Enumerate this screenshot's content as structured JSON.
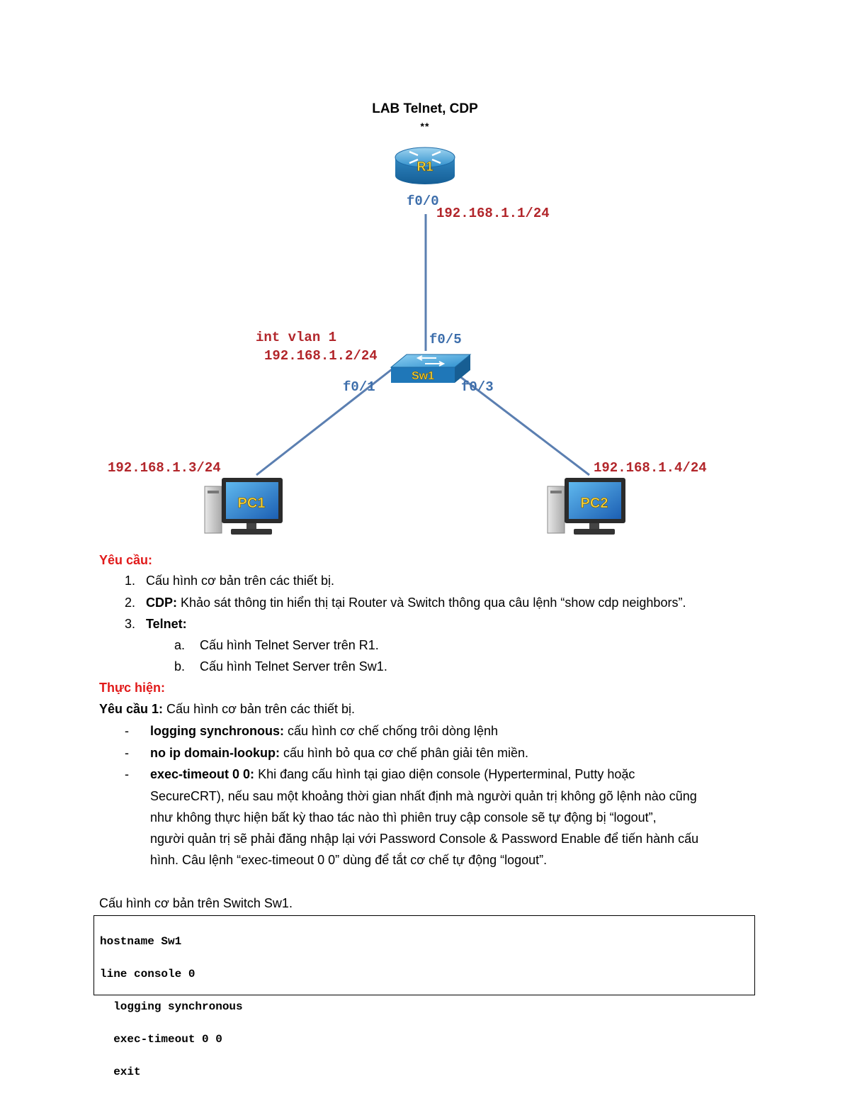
{
  "diagram": {
    "title": "LAB Telnet, CDP",
    "subtitle": "**",
    "router": {
      "name": "R1",
      "port": "f0/0",
      "ip": "192.168.1.1/24"
    },
    "switch": {
      "name": "Sw1",
      "vlan_label": "int vlan 1",
      "vlan_ip": "192.168.1.2/24",
      "port_up": "f0/5",
      "port_left": "f0/1",
      "port_right": "f0/3"
    },
    "pc1": {
      "name": "PC1",
      "ip": "192.168.1.3/24"
    },
    "pc2": {
      "name": "PC2",
      "ip": "192.168.1.4/24"
    }
  },
  "requirements": {
    "heading": "Yêu cầu:",
    "items": [
      {
        "num": "1.",
        "bold": "",
        "text": "Cấu hình cơ bản trên các thiết bị."
      },
      {
        "num": "2.",
        "bold": "CDP:",
        "text": " Khảo sát thông tin hiển thị tại Router và Switch thông qua câu lệnh “show cdp neighbors”."
      },
      {
        "num": "3.",
        "bold": "Telnet:",
        "text": ""
      }
    ],
    "subitems": [
      {
        "num": "a.",
        "text": "Cấu hình Telnet Server trên R1."
      },
      {
        "num": "b.",
        "text": "Cấu hình Telnet Server trên Sw1."
      }
    ]
  },
  "implementation": {
    "heading": "Thực hiện:",
    "req1_bold": "Yêu cầu 1:",
    "req1_text": " Cấu hình cơ bản trên các thiết bị.",
    "bullets": [
      {
        "dash": "-",
        "bold": "logging synchronous:",
        "text": " cấu hình cơ chế chống trôi dòng lệnh"
      },
      {
        "dash": "-",
        "bold": "no ip domain-lookup:",
        "text": " cấu hình bỏ qua cơ chế phân giải tên miền."
      },
      {
        "dash": "-",
        "bold": "exec-timeout 0 0:",
        "text": " Khi đang cấu hình tại giao diện console (Hyperterminal, Putty hoặc"
      }
    ],
    "continuation": [
      "SecureCRT), nếu sau một khoảng thời gian nhất định mà người quản trị không gõ lệnh nào cũng",
      "như không thực hiện bất kỳ thao tác nào thì phiên truy cập console sẽ tự động bị “logout”,",
      "người quản trị sẽ phải đăng nhập lại với Password Console & Password Enable để tiến hành cấu",
      "hình. Câu lệnh “exec-timeout 0 0” dùng để tắt cơ chế tự động “logout”."
    ],
    "switch_config_label": "Cấu hình cơ bản trên Switch Sw1.",
    "code_lines": [
      "hostname Sw1",
      "line console 0",
      "  logging synchronous",
      "  exec-timeout 0 0",
      "  exit"
    ]
  }
}
